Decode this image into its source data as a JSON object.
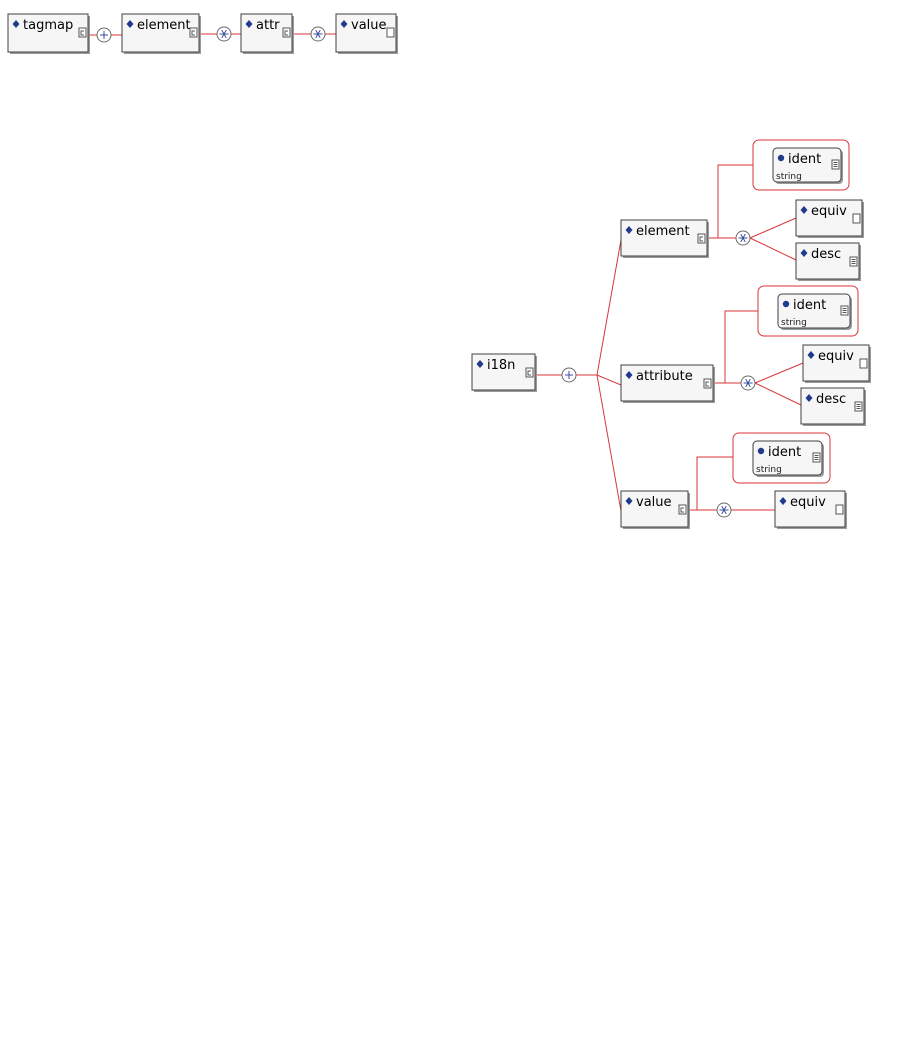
{
  "colors": {
    "line": "#d9363a",
    "node_border": "#404040",
    "node_shadow": "#9a9a9a",
    "node_fill": "#f6f6f6",
    "attr_border": "#d9363a",
    "diamond": "#223a8c",
    "bullet": "#223a8c",
    "compositor_ring": "#6a6a6a",
    "compositor_glyph": "#3a4fa0",
    "text": "#000000",
    "subtext": "#202020"
  },
  "icons": {
    "element": "diamond-icon",
    "attribute": "bullet-icon",
    "complex": "complex-type-icon",
    "simple": "simple-content-icon",
    "empty": "empty-content-icon",
    "sequence": "sequence-compositor",
    "all": "all-compositor"
  },
  "top_diagram": {
    "nodes": [
      {
        "id": "tagmap",
        "label": "tagmap",
        "kind": "element",
        "content": "complex"
      },
      {
        "id": "element",
        "label": "element",
        "kind": "element",
        "content": "complex"
      },
      {
        "id": "attr",
        "label": "attr",
        "kind": "element",
        "content": "complex"
      },
      {
        "id": "value",
        "label": "value",
        "kind": "element",
        "content": "empty"
      }
    ],
    "compositors": [
      {
        "id": "c1",
        "type": "sequence"
      },
      {
        "id": "c2",
        "type": "all"
      },
      {
        "id": "c3",
        "type": "all"
      }
    ]
  },
  "tree_diagram": {
    "nodes": [
      {
        "id": "i18n",
        "label": "i18n",
        "kind": "element",
        "content": "complex"
      },
      {
        "id": "element",
        "label": "element",
        "kind": "element",
        "content": "complex"
      },
      {
        "id": "attribute",
        "label": "attribute",
        "kind": "element",
        "content": "complex"
      },
      {
        "id": "value",
        "label": "value",
        "kind": "element",
        "content": "complex"
      },
      {
        "id": "el_ident",
        "label": "ident",
        "type_label": "string",
        "kind": "attribute",
        "content": "simple"
      },
      {
        "id": "el_equiv",
        "label": "equiv",
        "kind": "element",
        "content": "empty"
      },
      {
        "id": "el_desc",
        "label": "desc",
        "kind": "element",
        "content": "simple"
      },
      {
        "id": "at_ident",
        "label": "ident",
        "type_label": "string",
        "kind": "attribute",
        "content": "simple"
      },
      {
        "id": "at_equiv",
        "label": "equiv",
        "kind": "element",
        "content": "empty"
      },
      {
        "id": "at_desc",
        "label": "desc",
        "kind": "element",
        "content": "simple"
      },
      {
        "id": "va_ident",
        "label": "ident",
        "type_label": "string",
        "kind": "attribute",
        "content": "simple"
      },
      {
        "id": "va_equiv",
        "label": "equiv",
        "kind": "element",
        "content": "empty"
      }
    ],
    "compositors": [
      {
        "id": "root_seq",
        "type": "sequence"
      },
      {
        "id": "el_all",
        "type": "all"
      },
      {
        "id": "at_all",
        "type": "all"
      },
      {
        "id": "va_all",
        "type": "all"
      }
    ]
  }
}
